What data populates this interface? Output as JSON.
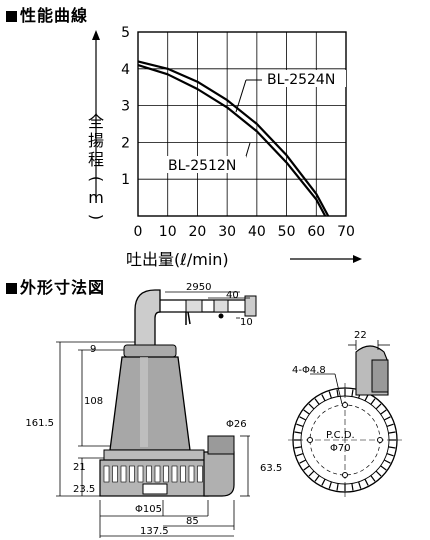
{
  "section1_title": "性能曲線",
  "section2_title": "外形寸法図",
  "chart_data": {
    "type": "line",
    "xlabel": "吐出量(ℓ/min)",
    "ylabel_chars": [
      "全",
      "揚",
      "程",
      "(",
      "m",
      ")"
    ],
    "xlim": [
      0,
      70
    ],
    "ylim": [
      0,
      5
    ],
    "x_ticks": [
      "0",
      "10",
      "20",
      "30",
      "40",
      "50",
      "60",
      "70"
    ],
    "y_ticks": [
      "1",
      "2",
      "3",
      "4",
      "5"
    ],
    "grid": true,
    "series": [
      {
        "name": "BL-2524N",
        "x": [
          0,
          10,
          20,
          30,
          40,
          50,
          60,
          64
        ],
        "y": [
          4.2,
          4.0,
          3.65,
          3.15,
          2.5,
          1.65,
          0.6,
          0
        ]
      },
      {
        "name": "BL-2512N",
        "x": [
          0,
          10,
          20,
          30,
          40,
          50,
          60,
          63
        ],
        "y": [
          4.1,
          3.85,
          3.45,
          2.95,
          2.3,
          1.45,
          0.45,
          0
        ]
      }
    ]
  },
  "dimensions": {
    "d2950": "2950",
    "d40": "40",
    "d10": "10",
    "d9": "9",
    "d108": "108",
    "d161_5": "161.5",
    "d21": "21",
    "d23_5": "23.5",
    "d_phi26": "Φ26",
    "d63_5": "63.5",
    "d_phi105": "Φ105",
    "d85": "85",
    "d137_5": "137.5",
    "d22": "22",
    "d_holes": "4-Φ4.8",
    "pcd_label": "P.C.D.",
    "pcd_value": "Φ70"
  }
}
